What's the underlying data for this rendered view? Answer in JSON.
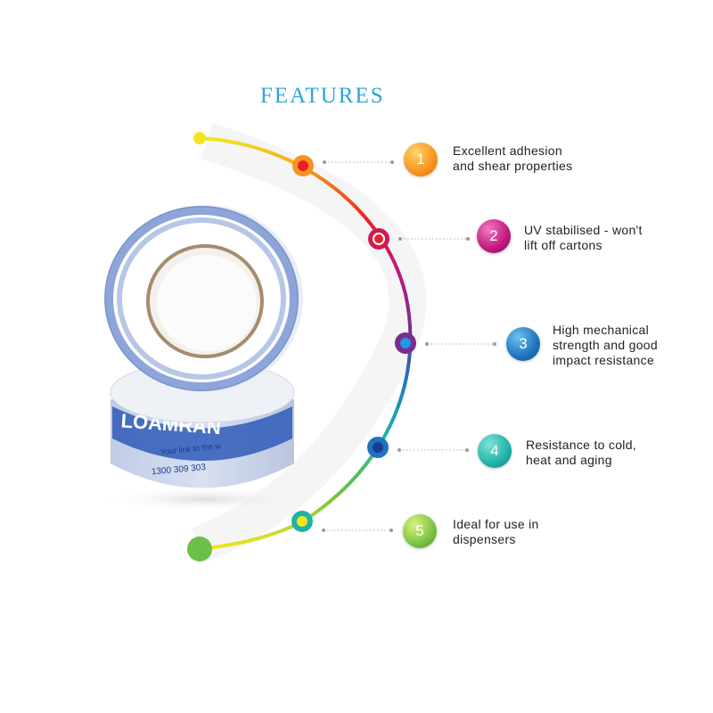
{
  "header": {
    "title": "FEATURES"
  },
  "product": {
    "tape_print_brand": "LOAMRAN",
    "tape_print_slogan": "Your link to the w",
    "tape_print_phone": "1300 309 303"
  },
  "colors": {
    "title": "#2aa6d6",
    "tape_blue": "#2f5bb8",
    "arc_yellow": "#f2e51e",
    "arc_orange": "#f7931e",
    "arc_red": "#e8202a",
    "arc_magenta": "#c2187e",
    "arc_purple": "#7a2c8f",
    "arc_blue": "#1e73be",
    "arc_teal": "#1fb3a8",
    "arc_green": "#6cc04a"
  },
  "features": [
    {
      "number": "1",
      "line1": "Excellent adhesion",
      "line2": "and shear properties",
      "line3": "",
      "color": "#f7931e"
    },
    {
      "number": "2",
      "line1": "UV stabilised - won't",
      "line2": "lift off cartons",
      "line3": "",
      "color": "#c2187e"
    },
    {
      "number": "3",
      "line1": "High mechanical",
      "line2": "strength and good",
      "line3": "impact resistance",
      "color": "#1e73be"
    },
    {
      "number": "4",
      "line1": "Resistance to cold,",
      "line2": "heat and aging",
      "line3": "",
      "color": "#1fb3a8"
    },
    {
      "number": "5",
      "line1": "Ideal for use in",
      "line2": "dispensers",
      "line3": "",
      "color": "#7dc242"
    }
  ]
}
